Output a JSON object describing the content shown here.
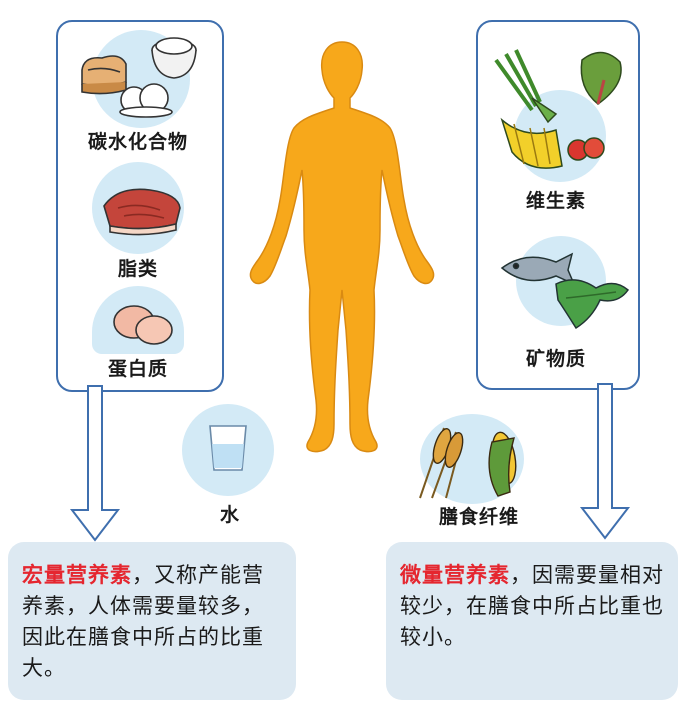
{
  "macro": {
    "items": [
      "碳水化合物",
      "脂类",
      "蛋白质"
    ]
  },
  "micro": {
    "items": [
      "维生素",
      "矿物质"
    ]
  },
  "water_label": "水",
  "fiber_label": "膳食纤维",
  "macro_note": {
    "highlight": "宏量营养素",
    "text": "，又称产能营养素，人体需要量较多，因此在膳食中所占的比重大。"
  },
  "micro_note": {
    "highlight": "微量营养素",
    "text": "，因需要量相对较少，在膳食中所占比重也较小。"
  },
  "colors": {
    "panel_border": "#3f6fae",
    "circle_fill": "#d3eaf6",
    "body_fill": "#f7a81b",
    "highlight": "#e5262f",
    "note_bg": "#dde9f2"
  }
}
